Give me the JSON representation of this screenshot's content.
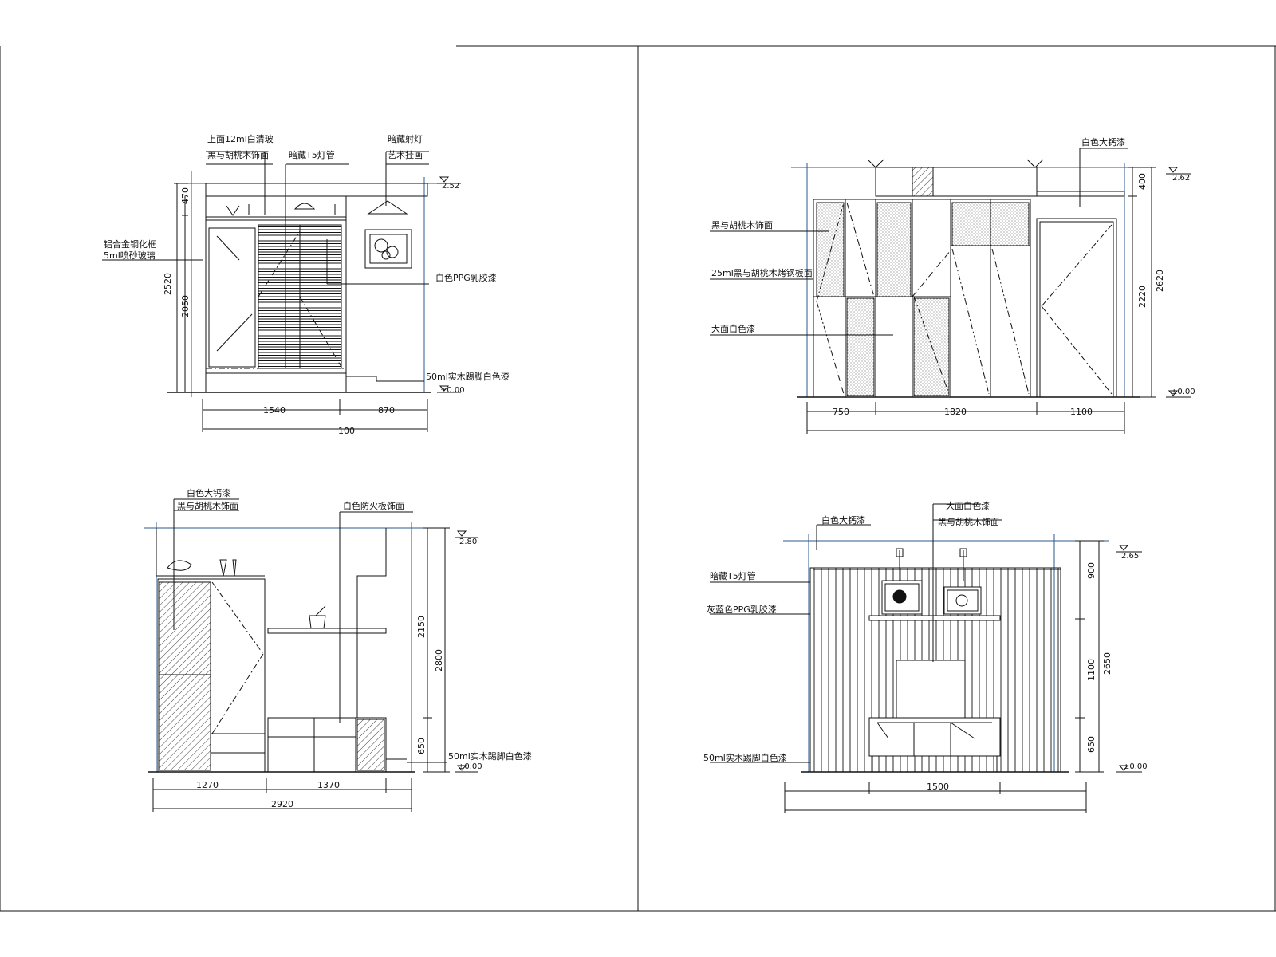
{
  "colors": {
    "ink": "#111111",
    "guide": "#2b5a8c",
    "paper": "#ffffff"
  },
  "elevations": {
    "a": {
      "labels": [
        "上面12ml白清玻",
        "黑与胡桃木饰面",
        "暗藏T5灯管",
        "暗藏射灯",
        "艺术挂画",
        "铝合金钢化框",
        "5ml喷砂玻璃",
        "白色PPG乳胶漆",
        "50ml实木踢脚白色漆"
      ],
      "dims": [
        "470",
        "2050",
        "2520",
        "1540",
        "870",
        "100"
      ],
      "level_top": "2.52",
      "level_base": "±0.00"
    },
    "b": {
      "labels": [
        "白色大钙漆",
        "黑与胡桃木饰面",
        "25ml黑与胡桃木烤钢板面",
        "大面白色漆"
      ],
      "dims": [
        "400",
        "2220",
        "2620",
        "750",
        "1820",
        "1100"
      ],
      "level_top": "2.62",
      "level_base": "±0.00"
    },
    "c": {
      "labels": [
        "白色大钙漆",
        "黑与胡桃木饰面",
        "白色防火板饰面",
        "50ml实木踢脚白色漆"
      ],
      "dims": [
        "2150",
        "650",
        "2800",
        "1270",
        "1370",
        "2920"
      ],
      "level_top": "2.80",
      "level_base": "±0.00"
    },
    "d": {
      "labels": [
        "大面白色漆",
        "黑与胡桃木饰面",
        "白色大钙漆",
        "暗藏T5灯管",
        "灰蓝色PPG乳胶漆",
        "50ml实木踢脚白色漆"
      ],
      "dims": [
        "900",
        "1100",
        "650",
        "2650",
        "1500"
      ],
      "level_top": "2.65",
      "level_base": "±0.00"
    }
  }
}
